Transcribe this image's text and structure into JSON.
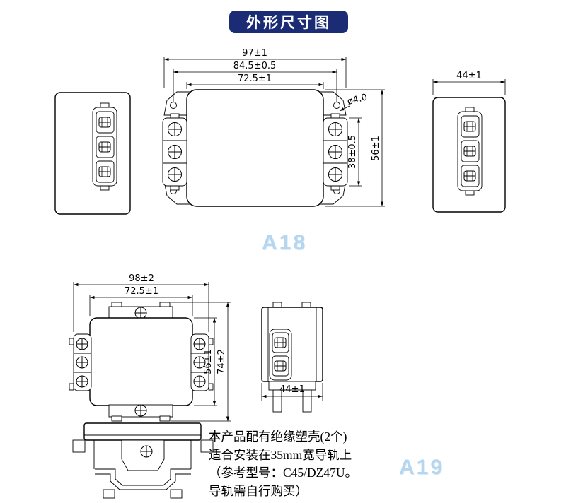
{
  "page": {
    "title": "外形尺寸图"
  },
  "colors": {
    "header_bg": "#1b2c74",
    "header_text": "#ffffff",
    "watermark": "#b5d6ee",
    "drawing_line": "#000000"
  },
  "top_drawing": {
    "watermark": "A18",
    "dims": {
      "overall_width": "97±1",
      "hole_spacing": "84.5±0.5",
      "body_width": "72.5±1",
      "hole_dia": "ø4.0",
      "terminal_span": "38±0.5",
      "overall_height": "56±1",
      "depth": "44±1"
    }
  },
  "bottom_drawing": {
    "watermark": "A19",
    "dims": {
      "overall_width": "98±2",
      "body_width": "72.5±1",
      "body_height": "56±1",
      "overall_height": "74±2",
      "depth": "44±1"
    },
    "note": {
      "lines": [
        "本产品配有绝缘塑壳(2个)",
        "适合安装在35mm宽导轨上",
        "（参考型号：C45/DZ47U。",
        "导轨需自行购买）"
      ]
    }
  }
}
